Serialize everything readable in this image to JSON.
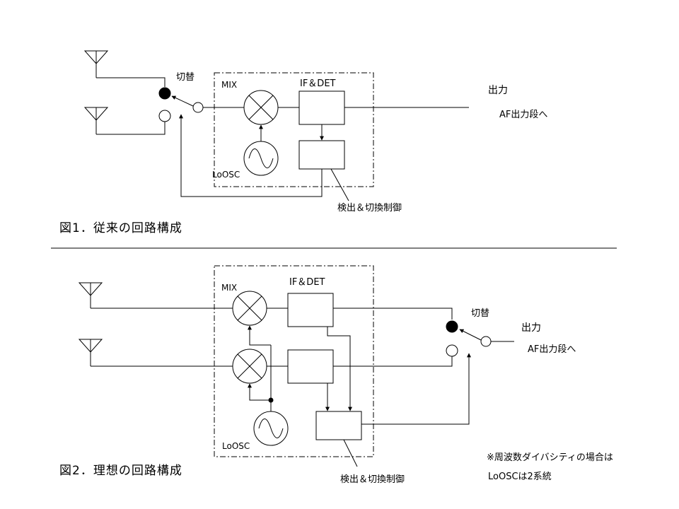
{
  "fig1": {
    "caption": "図1．従来の回路構成",
    "switch_label": "切替",
    "mix_label": "MIX",
    "ifdet_label": "IF＆DET",
    "lo_label": "LoOSC",
    "control_label": "検出＆切換制御",
    "output_label": "出力",
    "output_sub": "AF出力段へ"
  },
  "fig2": {
    "caption": "図2．理想の回路構成",
    "switch_label": "切替",
    "mix_label": "MIX",
    "ifdet_label": "IF＆DET",
    "lo_label": "LoOSC",
    "control_label": "検出＆切換制御",
    "output_label": "出力",
    "output_sub": "AF出力段へ",
    "note_line1": "※周波数ダイバシティの場合は",
    "note_line2": "LoOSCは2系統"
  },
  "colors": {
    "line": "#000000",
    "background": "#ffffff"
  }
}
